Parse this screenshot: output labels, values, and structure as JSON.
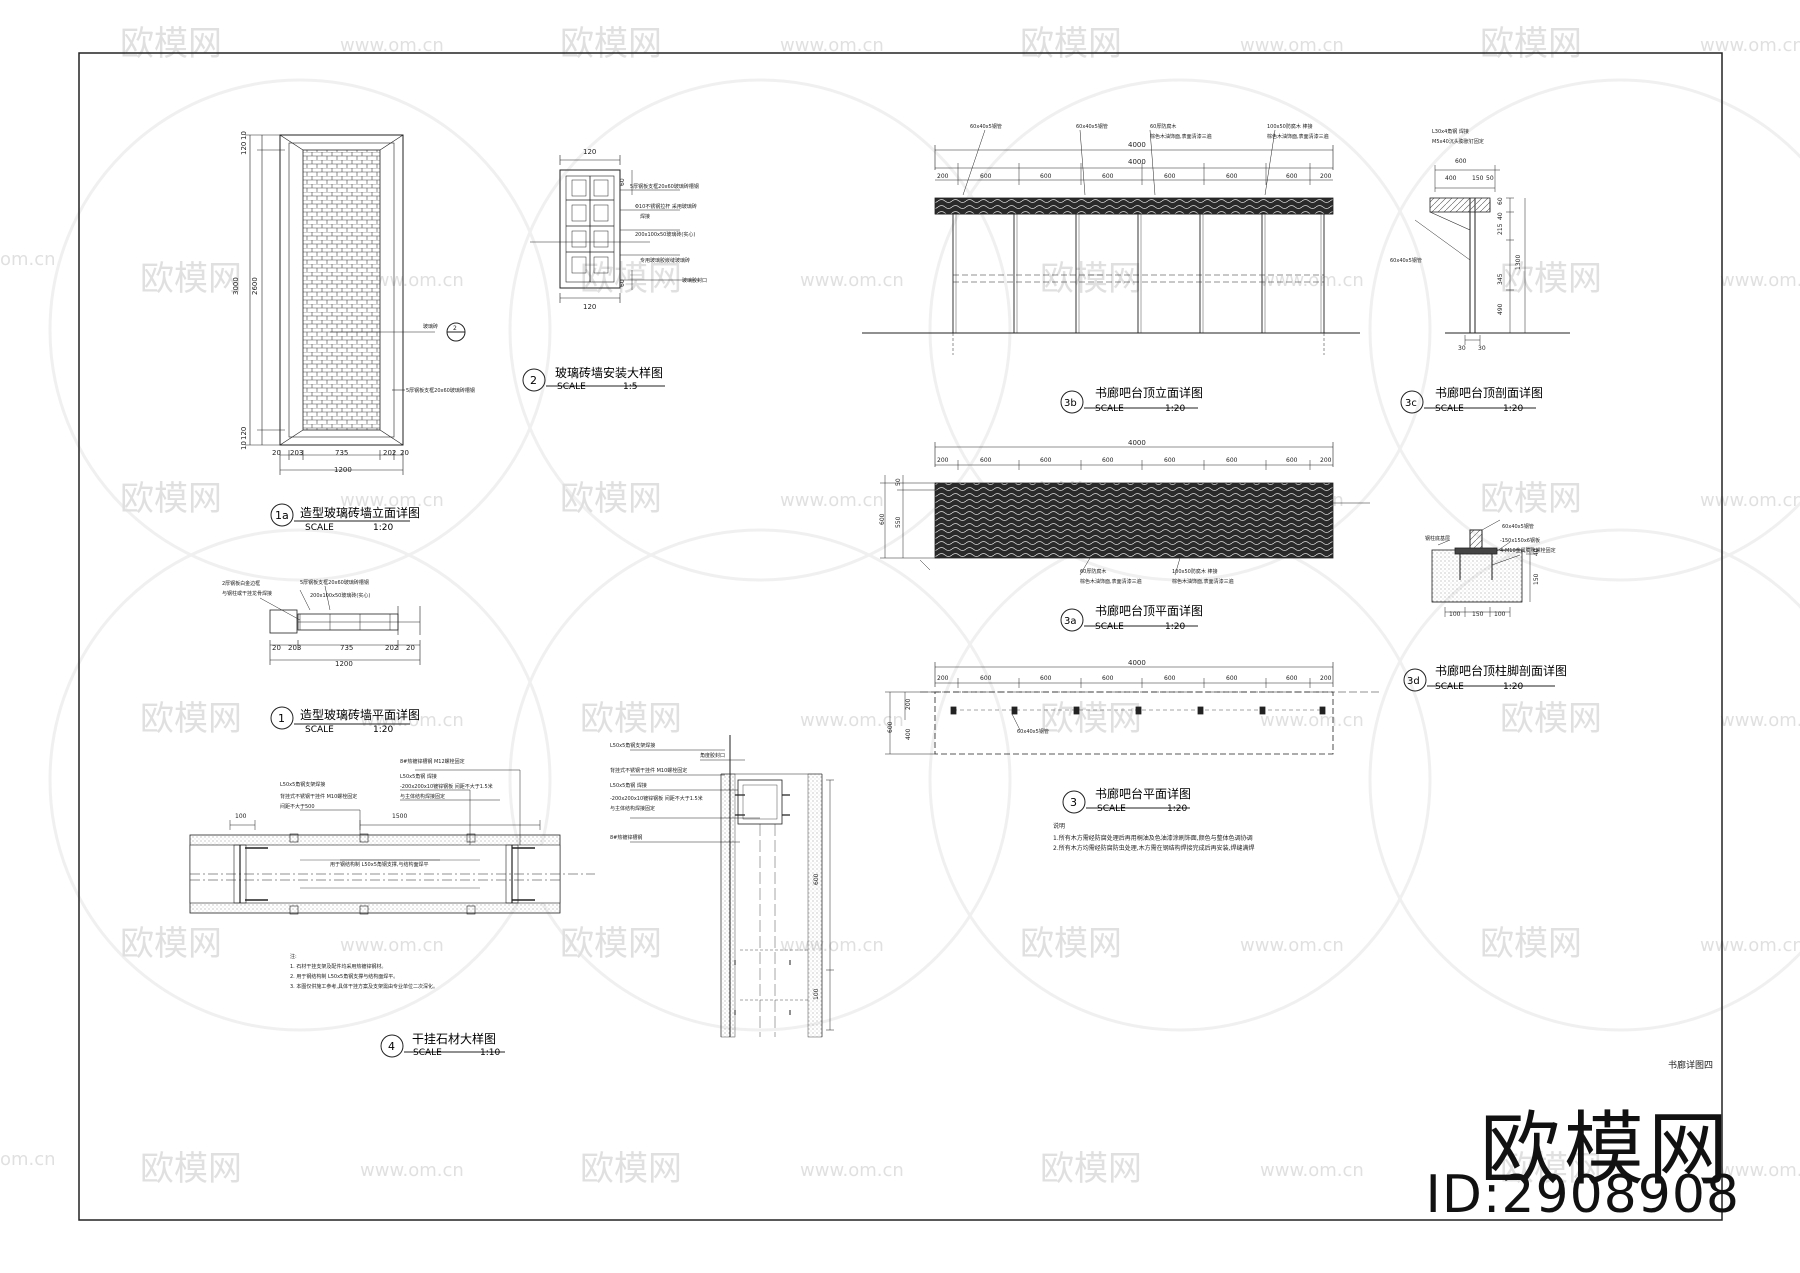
{
  "watermark": {
    "brand": "欧模网",
    "site": "www.om.cn",
    "site_short": "om.cn"
  },
  "brand_mark": {
    "text": "欧模网",
    "id": "ID:2908908"
  },
  "sheet_title": "书廊详图四",
  "views": {
    "v1a": {
      "num": "1a",
      "title": "造型玻璃砖墙立面详图",
      "scale_label": "SCALE",
      "scale": "1:20",
      "dims_v": [
        "3000",
        "2600",
        "10",
        "120",
        "120",
        "10"
      ],
      "dims_h": [
        "20",
        "203",
        "735",
        "202",
        "20"
      ],
      "total": "1200",
      "notes": [
        "玻璃砖",
        "5厚钢板支框20x60玻璃砖槽钢"
      ],
      "ref": "2"
    },
    "v1": {
      "num": "1",
      "title": "造型玻璃砖墙平面详图",
      "scale_label": "SCALE",
      "scale": "1:20",
      "notes": [
        "5厚钢板支框20x60玻璃砖槽钢",
        "200x100x50玻璃砖(实心)",
        "2厚钢板白金边框",
        "与钢柱或干挂龙骨焊接"
      ],
      "dims_h": [
        "20",
        "203",
        "735",
        "202",
        "20"
      ],
      "total": "1200"
    },
    "v2": {
      "num": "2",
      "title": "玻璃砖墙安装大样图",
      "scale_label": "SCALE",
      "scale": "1:5",
      "dims": [
        "120",
        "120",
        "60",
        "60"
      ],
      "notes": [
        "5厚钢板支框20x60玻璃砖槽钢",
        "Φ10不锈钢拉杆  采用玻璃砖",
        "焊接",
        "200x100x50玻璃砖(实心)",
        "专用玻璃胶嵌缝玻璃砖",
        "玻璃胶封口"
      ]
    },
    "v3b": {
      "num": "3b",
      "title": "书廊吧台顶立面详图",
      "scale_label": "SCALE",
      "scale": "1:20",
      "total": "4000",
      "dims": [
        "200",
        "600",
        "600",
        "600",
        "600",
        "600",
        "600",
        "200"
      ],
      "notes": [
        "60x40x5钢管",
        "60x40x5钢管",
        "60厚防腐木",
        "棕色木油饰面,表面清漆三遍",
        "100x50防腐木  棒接",
        "棕色木油饰面,表面清漆三遍"
      ]
    },
    "v3c": {
      "num": "3c",
      "title": "书廊吧台顶剖面详图",
      "scale_label": "SCALE",
      "scale": "1:20",
      "dims_h": [
        "600",
        "400",
        "150",
        "50"
      ],
      "dims_v": [
        "60",
        "40",
        "215",
        "345",
        "490",
        "1300"
      ],
      "dims_b": [
        "30",
        "30"
      ],
      "notes": [
        "L30x4角钢 焊接",
        "M5x40沉头膨胀钉固定",
        "60x40x5钢管"
      ]
    },
    "v3a": {
      "num": "3a",
      "title": "书廊吧台顶平面详图",
      "scale_label": "SCALE",
      "scale": "1:20",
      "total": "4000",
      "dims": [
        "200",
        "600",
        "600",
        "600",
        "600",
        "600",
        "600",
        "200"
      ],
      "dims_v": [
        "600",
        "550",
        "50"
      ],
      "notes": [
        "60厚防腐木",
        "棕色木油饰面,表面清漆三遍",
        "100x50防腐木  棒接",
        "棕色木油饰面,表面清漆三遍"
      ]
    },
    "v3": {
      "num": "3",
      "title": "书廊吧台平面详图",
      "scale_label": "SCALE",
      "scale": "1:20",
      "total": "4000",
      "dims": [
        "200",
        "600",
        "600",
        "600",
        "600",
        "600",
        "600",
        "200"
      ],
      "dims_v": [
        "600",
        "200",
        "400"
      ],
      "notes": [
        "60x40x5钢管"
      ]
    },
    "v3d": {
      "num": "3d",
      "title": "书廊吧台顶柱脚剖面详图",
      "scale_label": "SCALE",
      "scale": "1:20",
      "dims": [
        "100",
        "150",
        "100"
      ],
      "dims_v": [
        "40",
        "150"
      ],
      "notes": [
        "60x40x5钢管",
        "-150x150x6钢板",
        "4-M10金属膨胀螺栓固定",
        "钢柱底基层"
      ]
    },
    "v4": {
      "num": "4",
      "title": "干挂石材大样图",
      "scale_label": "SCALE",
      "scale": "1:10",
      "dims": [
        "100",
        "1500"
      ],
      "notes": [
        "L50x5角钢支架焊接",
        "背挂式不锈钢干挂件 M10螺栓固定",
        "间距不大于500",
        "8#热镀锌槽钢 M12螺栓固定",
        "L50x5角钢  焊接",
        "-200x200x10镀锌钢板  间距不大于1.5米",
        "与主体结构焊接固定",
        "用于钢结构制 L50x5角钢支撑,与结构面焊平"
      ],
      "general_notes_title": "注:",
      "general_notes": [
        "1. 石材干挂支架及配件均采用热镀锌钢材。",
        "2. 用于钢结构制 L50x5角钢支撑与结构面焊平。",
        "3. 本图仅供施工参考,具体干挂方案及支架需由专业单位二次深化。"
      ]
    },
    "v4b": {
      "dims_v": [
        "600",
        "100"
      ],
      "notes": [
        "L50x5角钢支架焊接",
        "背挂式不锈钢干挂件 M10螺栓固定",
        "L50x5角钢  焊接",
        "-200x200x10镀锌钢板  间距不大于1.5米",
        "与主体结构焊接固定",
        "8#热镀锌槽钢",
        "角度胶封口"
      ]
    }
  },
  "remarks": {
    "title": "说明",
    "items": [
      "1.所有木方需经防腐处理后再用桐油及色油漆涂刷饰面,颜色与整体色调协调",
      "2.所有木方均需经防腐防虫处理,木方需在钢结构焊接完成后再安装,焊缝满焊"
    ]
  }
}
